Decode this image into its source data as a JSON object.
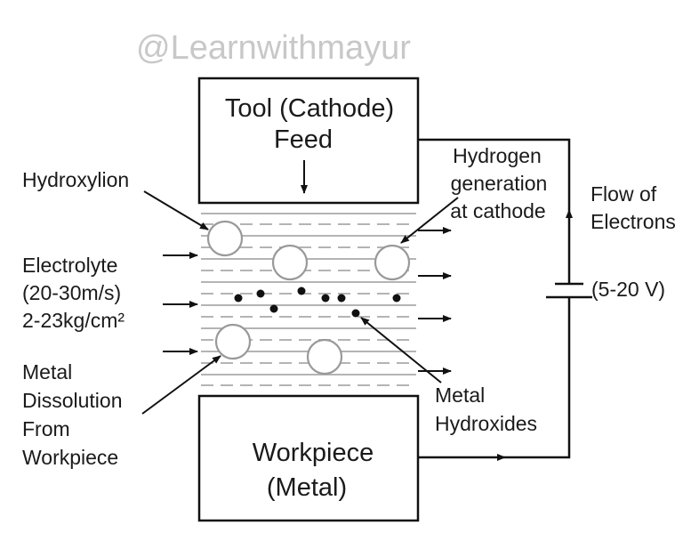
{
  "watermark": "@Learnwithmayur",
  "tool": {
    "line1": "Tool (Cathode)",
    "line2": "Feed"
  },
  "workpiece": {
    "line1": "Workpiece",
    "line2": "(Metal)"
  },
  "labels": {
    "hydroxylion": "Hydroxylion",
    "electrolyte": [
      "Electrolyte",
      "(20-30m/s)",
      "2-23kg/cm²"
    ],
    "dissolution": [
      "Metal",
      "Dissolution",
      "From",
      "Workpiece"
    ],
    "hydrogen": [
      "Hydrogen",
      "generation",
      "at cathode"
    ],
    "flow": [
      "Flow of",
      "Electrons"
    ],
    "voltage": "(5-20 V)",
    "hydroxides": [
      "Metal",
      "Hydroxides"
    ]
  }
}
